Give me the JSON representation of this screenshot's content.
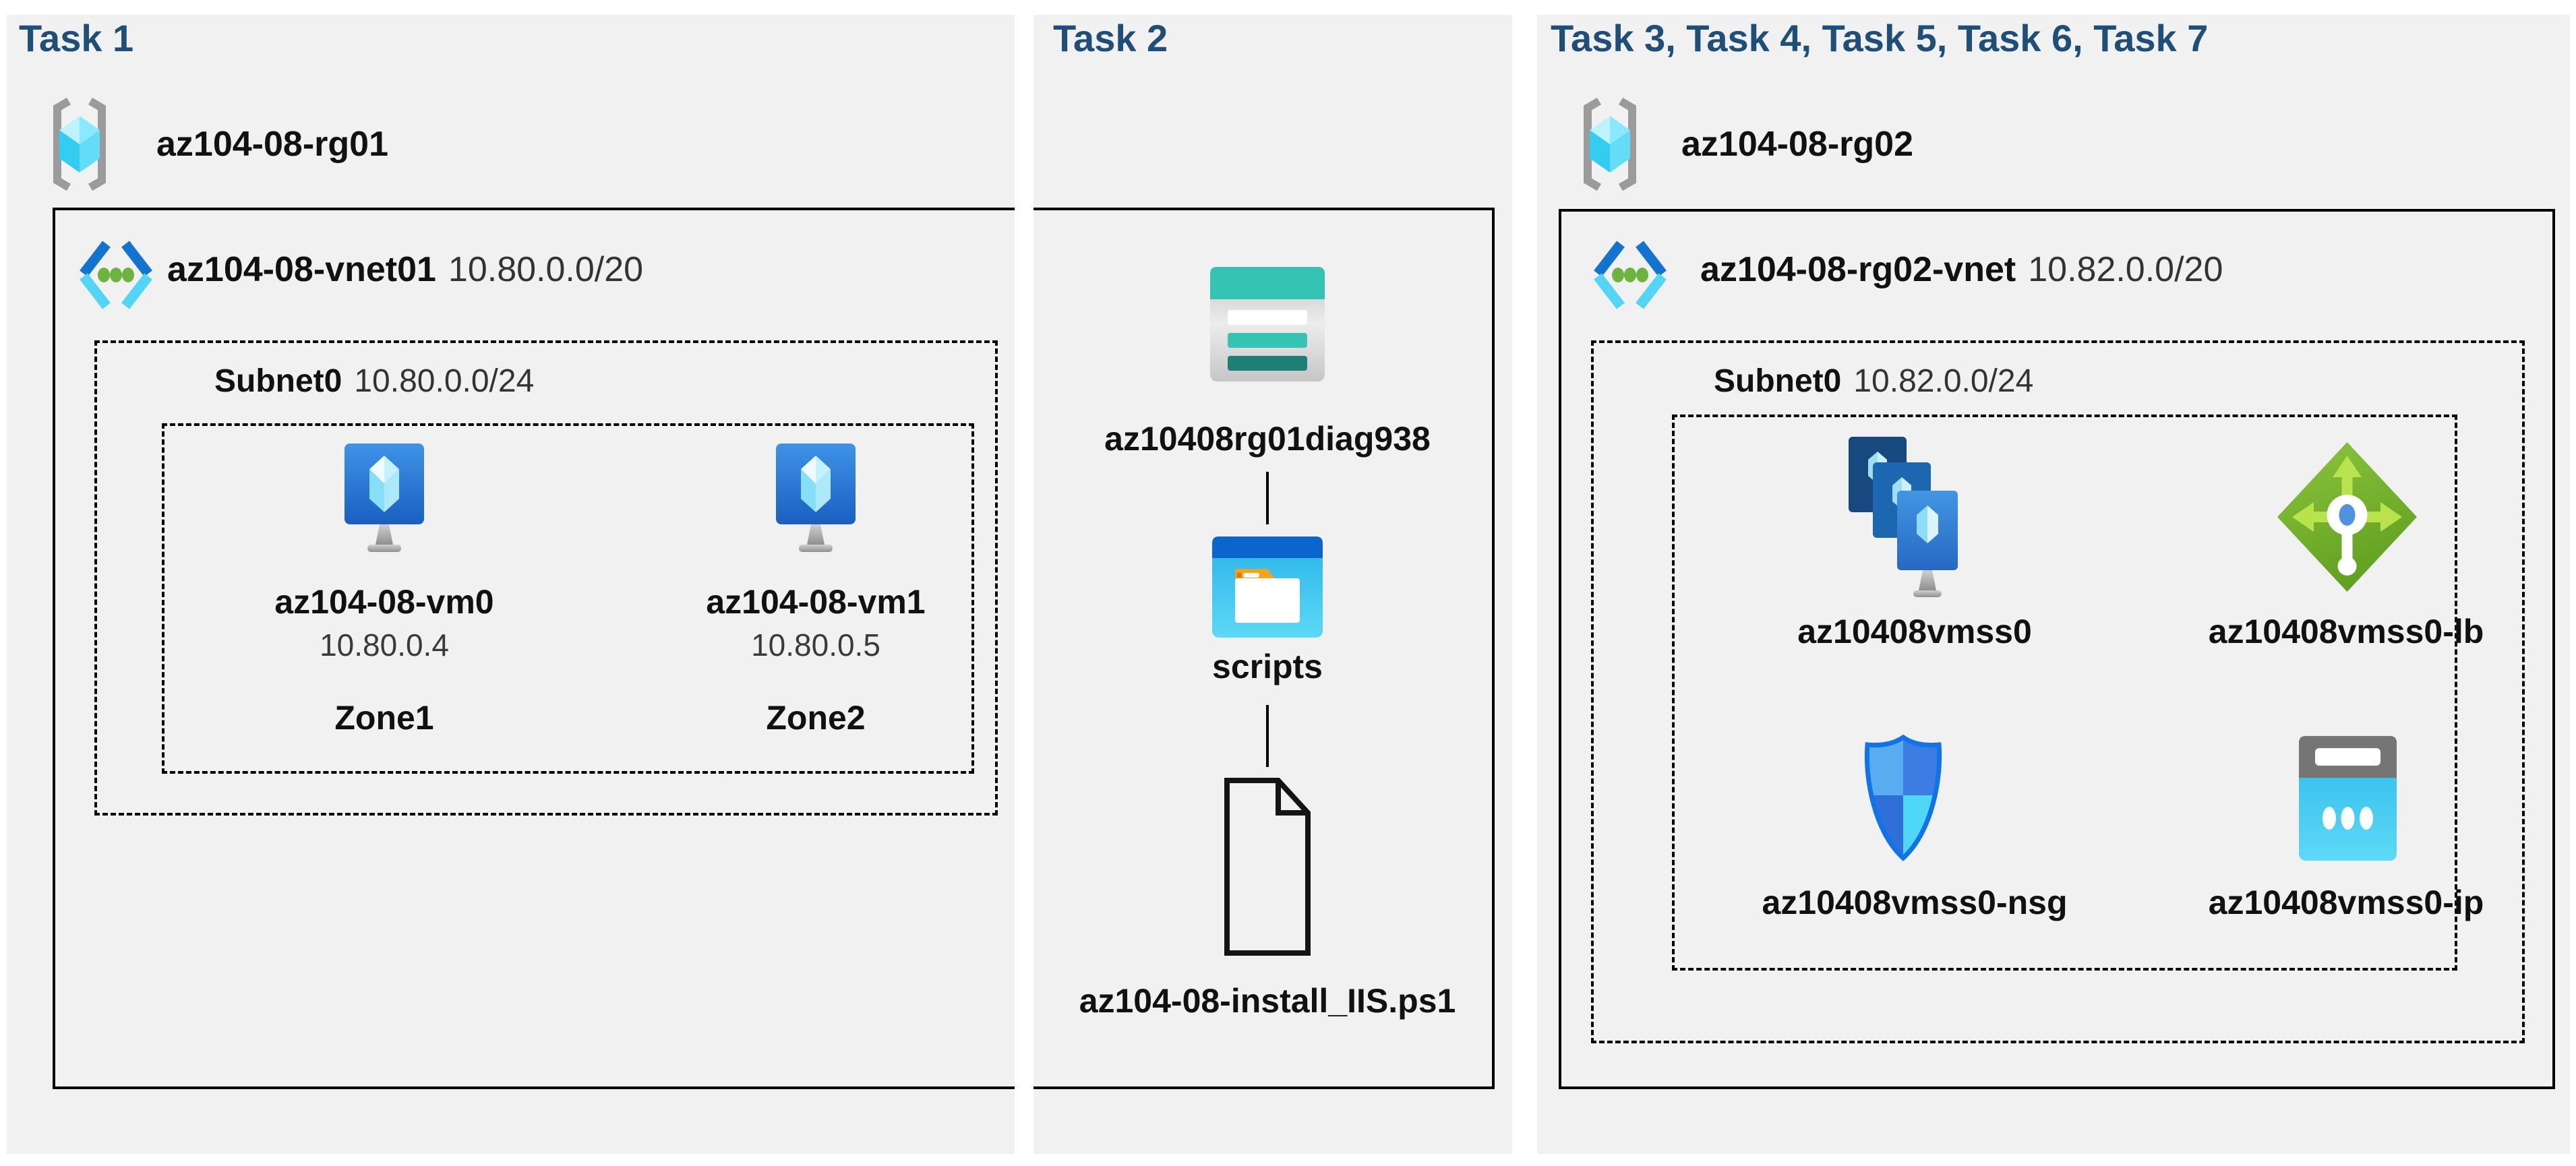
{
  "page": {
    "background": "#ffffff",
    "panel_color": "#f1f1f1",
    "header_color": "#1f4e79",
    "line_color": "#000000",
    "accent_azure_blue": "#1374cf",
    "accent_cyan": "#53d5f5",
    "accent_teal": "#35c3b4",
    "accent_green": "#76b82a"
  },
  "task1": {
    "header": "Task 1",
    "resource_group": {
      "name": "az104-08-rg01",
      "icon": "resource-group-icon"
    },
    "vnet": {
      "name": "az104-08-vnet01",
      "cidr": "10.80.0.0/20",
      "icon": "virtual-network-icon"
    },
    "subnet": {
      "name": "Subnet0",
      "cidr": "10.80.0.0/24"
    },
    "vms": [
      {
        "name": "az104-08-vm0",
        "ip": "10.80.0.4",
        "zone": "Zone1",
        "icon": "virtual-machine-icon"
      },
      {
        "name": "az104-08-vm1",
        "ip": "10.80.0.5",
        "zone": "Zone2",
        "icon": "virtual-machine-icon"
      }
    ]
  },
  "task2": {
    "header": "Task 2",
    "storage_account": {
      "name": "az10408rg01diag938",
      "icon": "storage-account-icon"
    },
    "container": {
      "name": "scripts",
      "icon": "blob-container-icon"
    },
    "file": {
      "name": "az104-08-install_IIS.ps1",
      "icon": "file-icon"
    }
  },
  "task3": {
    "header": "Task 3, Task 4, Task 5, Task 6, Task 7",
    "resource_group": {
      "name": "az104-08-rg02",
      "icon": "resource-group-icon"
    },
    "vnet": {
      "name": "az104-08-rg02-vnet",
      "cidr": "10.82.0.0/20",
      "icon": "virtual-network-icon"
    },
    "subnet": {
      "name": "Subnet0",
      "cidr": "10.82.0.0/24"
    },
    "resources": [
      {
        "name": "az10408vmss0",
        "type": "vm-scale-set",
        "icon": "vm-scale-set-icon"
      },
      {
        "name": "az10408vmss0-lb",
        "type": "load-balancer",
        "icon": "load-balancer-icon"
      },
      {
        "name": "az10408vmss0-nsg",
        "type": "network-security-group",
        "icon": "nsg-shield-icon"
      },
      {
        "name": "az10408vmss0-ip",
        "type": "public-ip",
        "icon": "public-ip-icon"
      }
    ]
  }
}
